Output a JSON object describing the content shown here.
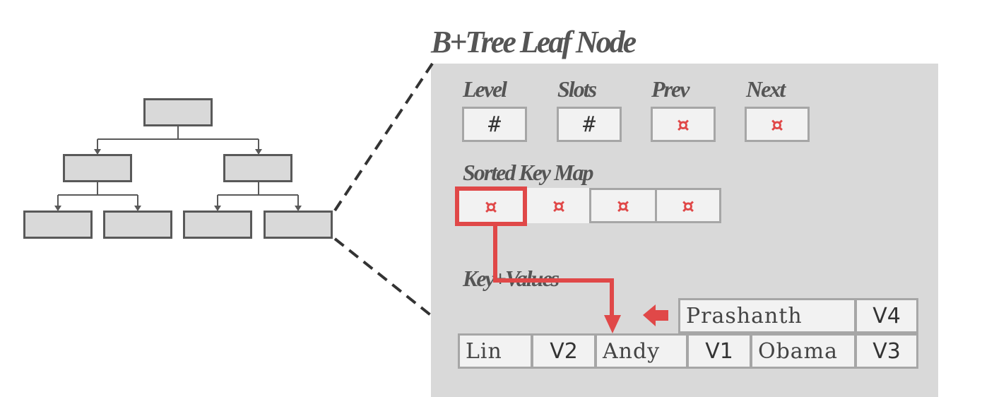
{
  "title": "B+Tree Leaf Node",
  "header": {
    "fields": [
      {
        "label": "Level",
        "value": "#"
      },
      {
        "label": "Slots",
        "value": "#"
      },
      {
        "label": "Prev",
        "value": "¤"
      },
      {
        "label": "Next",
        "value": "¤"
      }
    ]
  },
  "key_map": {
    "label": "Sorted Key Map",
    "slots": [
      "¤",
      "¤",
      "¤",
      "¤"
    ],
    "highlight_index": 0
  },
  "key_values": {
    "label": "Key+Values",
    "incoming": {
      "key": "Prashanth",
      "value": "V4"
    },
    "entries": [
      {
        "key": "Lin",
        "value": "V2"
      },
      {
        "key": "Andy",
        "value": "V1"
      },
      {
        "key": "Obama",
        "value": "V3"
      }
    ]
  },
  "colors": {
    "highlight": "#e04848",
    "panel": "#d9d9d9",
    "cell": "#f2f2f2",
    "cell_border": "#a6a6a6",
    "tree_border": "#595959",
    "label_text": "#555555"
  }
}
